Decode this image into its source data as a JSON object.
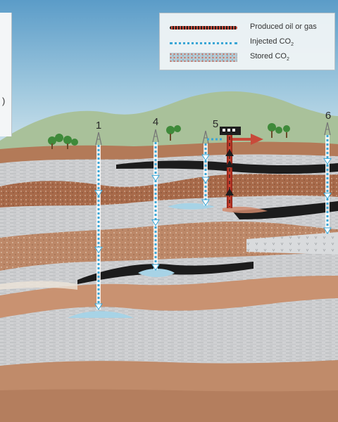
{
  "legend": {
    "items": [
      {
        "label_main": "Produced oil or gas",
        "label_sub": "",
        "symbol": "produced"
      },
      {
        "label_main": "Injected CO",
        "label_sub": "2",
        "symbol": "injected"
      },
      {
        "label_main": "Stored CO",
        "label_sub": "2",
        "symbol": "stored"
      }
    ]
  },
  "wells": [
    {
      "number": "1"
    },
    {
      "number": "4"
    },
    {
      "number": "5"
    },
    {
      "number": "6"
    }
  ],
  "left_panel": {
    "visible_char": ")"
  },
  "colors": {
    "sky_top": "#5b9cc8",
    "sky_bottom": "#d3e6f0",
    "hill": "#a9c19a",
    "produced": "#c84a3a",
    "injected": "#3aa6d6",
    "shale_gray": "#d2d3d5",
    "sandstone": "#c99271",
    "dark_seam": "#1c1c1c"
  }
}
